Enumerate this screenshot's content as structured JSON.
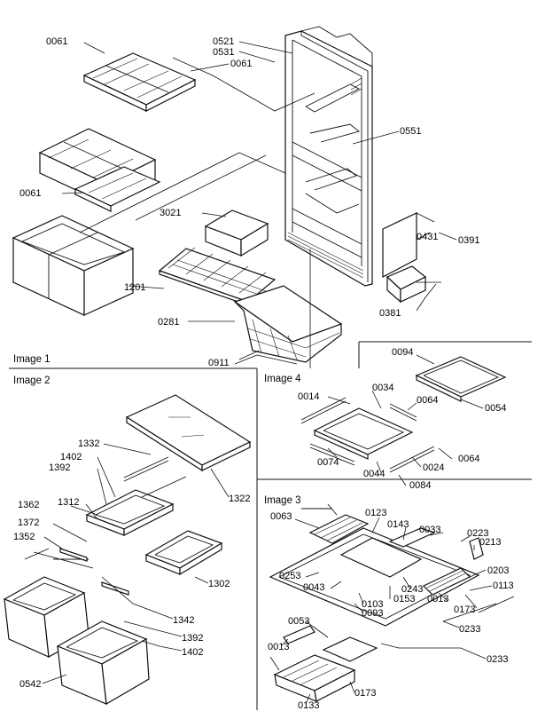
{
  "sections": {
    "image1": "Image 1",
    "image2": "Image 2",
    "image3": "Image 3",
    "image4": "Image 4"
  },
  "callouts": {
    "s1": {
      "c0061a": "0061",
      "c0521": "0521",
      "c0531": "0531",
      "c0061b": "0061",
      "c0551": "0551",
      "c0061c": "0061",
      "c3021": "3021",
      "c0431": "0431",
      "c0391": "0391",
      "c1201": "1201",
      "c0381": "0381",
      "c0281": "0281",
      "c0911": "0911"
    },
    "s2": {
      "c1332": "1332",
      "c1402a": "1402",
      "c1392a": "1392",
      "c1322": "1322",
      "c1362": "1362",
      "c1312": "1312",
      "c1372": "1372",
      "c1352": "1352",
      "c1302": "1302",
      "c1342": "1342",
      "c1392b": "1392",
      "c1402b": "1402",
      "c0542": "0542"
    },
    "s4": {
      "c0094": "0094",
      "c0014": "0014",
      "c0034": "0034",
      "c0064a": "0064",
      "c0054": "0054",
      "c0074": "0074",
      "c0064b": "0064",
      "c0024": "0024",
      "c0044": "0044",
      "c0084": "0084"
    },
    "s3": {
      "c0063": "0063",
      "c0123": "0123",
      "c0143": "0143",
      "c0033": "0033",
      "c0223": "0223",
      "c0213": "0213",
      "c0203": "0203",
      "c0253": "0253",
      "c0043": "0043",
      "c0243": "0243",
      "c0113": "0113",
      "c0103": "0103",
      "c0153": "0153",
      "c0013a": "0013",
      "c0173a": "0173",
      "c0093": "0093",
      "c0233a": "0233",
      "c0053": "0053",
      "c0013b": "0013",
      "c0233b": "0233",
      "c0133": "0133",
      "c0173b": "0173"
    }
  }
}
